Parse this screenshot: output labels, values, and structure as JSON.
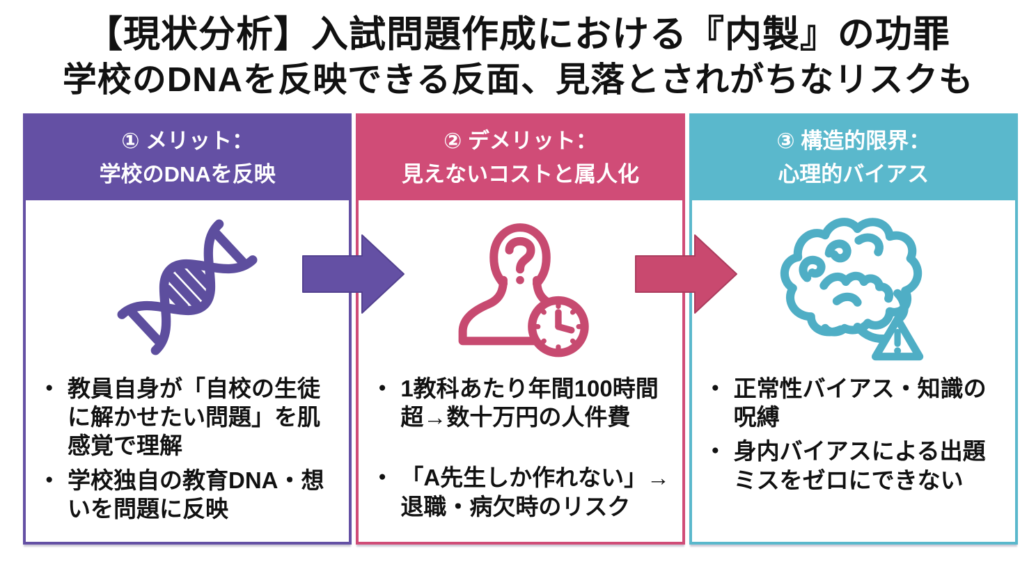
{
  "title": "【現状分析】入試問題作成における『内製』の功罪",
  "subtitle": "学校のDNAを反映できる反面、見落とされがちなリスクも",
  "palette": {
    "merit_purple": "#6450A4",
    "demerit_pink": "#D04C77",
    "limit_teal": "#5AB8CC",
    "header_text": "#FFFFFF",
    "body_text": "#111111",
    "background": "#FFFFFF"
  },
  "columns": [
    {
      "id": "merit",
      "header_line1": "① メリット：",
      "header_line2": "学校のDNAを反映",
      "icon": "dna-icon",
      "accent": "#6450A4",
      "bullets": [
        "教員自身が「自校の生徒に解かせたい問題」を肌感覚で理解",
        "学校独自の教育DNA・想いを問題に反映"
      ]
    },
    {
      "id": "demerit",
      "header_line1": "② デメリット：",
      "header_line2": "見えないコストと属人化",
      "icon": "person-question-clock-icon",
      "accent": "#D04C77",
      "bullets": [
        "1教科あたり年間100時間超→数十万円の人件費",
        "「A先生しか作れない」→退職・病欠時のリスク"
      ]
    },
    {
      "id": "limit",
      "header_line1": "③ 構造的限界：",
      "header_line2": "心理的バイアス",
      "icon": "brain-warning-icon",
      "accent": "#5AB8CC",
      "bullets": [
        "正常性バイアス・知識の呪縛",
        "身内バイアスによる出題ミスをゼロにできない"
      ]
    }
  ],
  "arrows": [
    {
      "id": "arrow-1",
      "direction": "right",
      "color": "#6450A4"
    },
    {
      "id": "arrow-2",
      "direction": "right",
      "color": "#C9496F"
    }
  ],
  "bullet_marker": "●"
}
